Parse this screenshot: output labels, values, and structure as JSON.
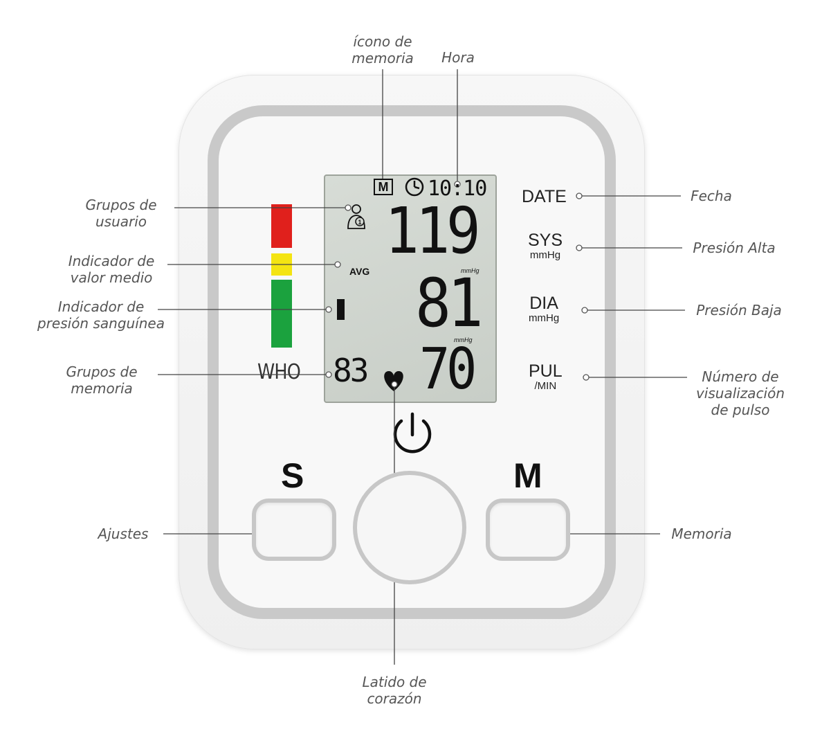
{
  "annotations": {
    "memory_icon": "ícono de\nmemoria",
    "time": "Hora",
    "user_groups": "Grupos de\nusuario",
    "avg_indicator": "Indicador de\nvalor medio",
    "pressure_indicator": "Indicador de\npresión sanguínea",
    "memory_groups": "Grupos de\nmemoria",
    "settings": "Ajustes",
    "heartbeat": "Latido de\ncorazón",
    "date": "Fecha",
    "high_pressure": "Presión Alta",
    "low_pressure": "Presión Baja",
    "pulse_display": "Número de\nvisualización\nde pulso",
    "memory": "Memoria"
  },
  "device": {
    "who_label": "WHO",
    "date_label": "DATE",
    "sys_label": "SYS",
    "sys_unit": "mmHg",
    "dia_label": "DIA",
    "dia_unit": "mmHg",
    "pul_label": "PUL",
    "pul_unit": "/MIN",
    "s_button": "S",
    "m_button": "M"
  },
  "lcd": {
    "memory_icon_letter": "M",
    "time": "10:10",
    "systolic": "119",
    "diastolic": "81",
    "pulse": "70",
    "memory_number": "83",
    "avg": "AVG",
    "unit_sys": "mmHg",
    "unit_dia": "mmHg"
  },
  "colors": {
    "who_red": "#e0201c",
    "who_yellow": "#f4e412",
    "who_green": "#1ba23e",
    "lcd_background": "#cfd4ce"
  }
}
